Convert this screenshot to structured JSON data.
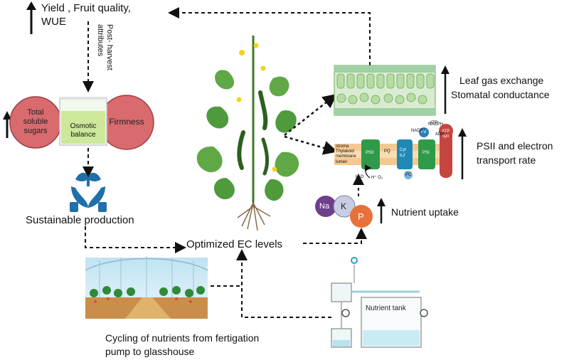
{
  "top_left": {
    "line1": "Yield , Fruit quality,",
    "line2": "WUE"
  },
  "post_harvest": {
    "line1": "Post- harvest",
    "line2": "attributes"
  },
  "attributes": {
    "sugars": {
      "line1": "Total",
      "line2": "soluble",
      "line3": "sugars"
    },
    "osmotic": {
      "line1": "Osmotic",
      "line2": "balance"
    },
    "firmness": "Firmness"
  },
  "sustainable": "Sustainable production",
  "center": "Optimized EC levels",
  "leaf": {
    "line1": "Leaf gas exchange",
    "line2": "Stomatal conductance"
  },
  "psii": {
    "line1": "PSII and electron",
    "line2": "transport rate"
  },
  "nutrient": {
    "label": "Nutrient uptake",
    "ions": [
      "Na",
      "K",
      "P"
    ]
  },
  "tank": "Nutrient tank",
  "cycling": {
    "line1": "Cycling of nutrients from fertigation",
    "line2": "pump to glasshouse"
  },
  "membrane": {
    "psii": "PSII",
    "psi": "PSI",
    "cyt": "Cyt",
    "cyt_sub": "b₆f",
    "fd": "Fd",
    "atp": "ATP",
    "syn": "syn",
    "stroma": "stroma",
    "thylakoid": "Thylakoid",
    "membrane_word": "membrane",
    "lumen": "lumen",
    "h2o": "H₂O",
    "o2": "H⁺ O₂",
    "nadph": "NADPH",
    "nadp": "NADP⁺",
    "adp": "ADP",
    "atp_out": "ATP",
    "pq": "PQ",
    "pc": "PC"
  },
  "colors": {
    "circle_fill": "#d96a6e",
    "beaker_liquid": "#cde79b",
    "hands": "#1f6fa8",
    "ion_na": "#6e3f8a",
    "ion_k": "#c9cde3",
    "ion_p": "#e8703a",
    "leaf_green": "#4f9a3b"
  }
}
